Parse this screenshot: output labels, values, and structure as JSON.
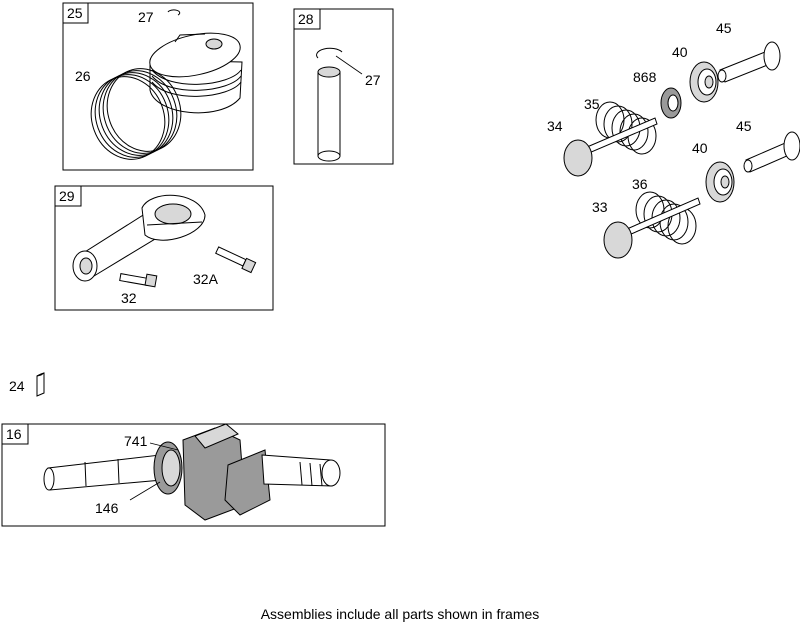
{
  "frames": {
    "f25": "25",
    "f28": "28",
    "f29": "29",
    "f16": "16"
  },
  "labels": {
    "l27a": "27",
    "l26": "26",
    "l27b": "27",
    "l32": "32",
    "l32a": "32A",
    "l24": "24",
    "l741": "741",
    "l146": "146",
    "l45a": "45",
    "l40a": "40",
    "l868": "868",
    "l35": "35",
    "l34": "34",
    "l45b": "45",
    "l40b": "40",
    "l36": "36",
    "l33": "33"
  },
  "caption": "Assemblies include all parts shown in frames"
}
